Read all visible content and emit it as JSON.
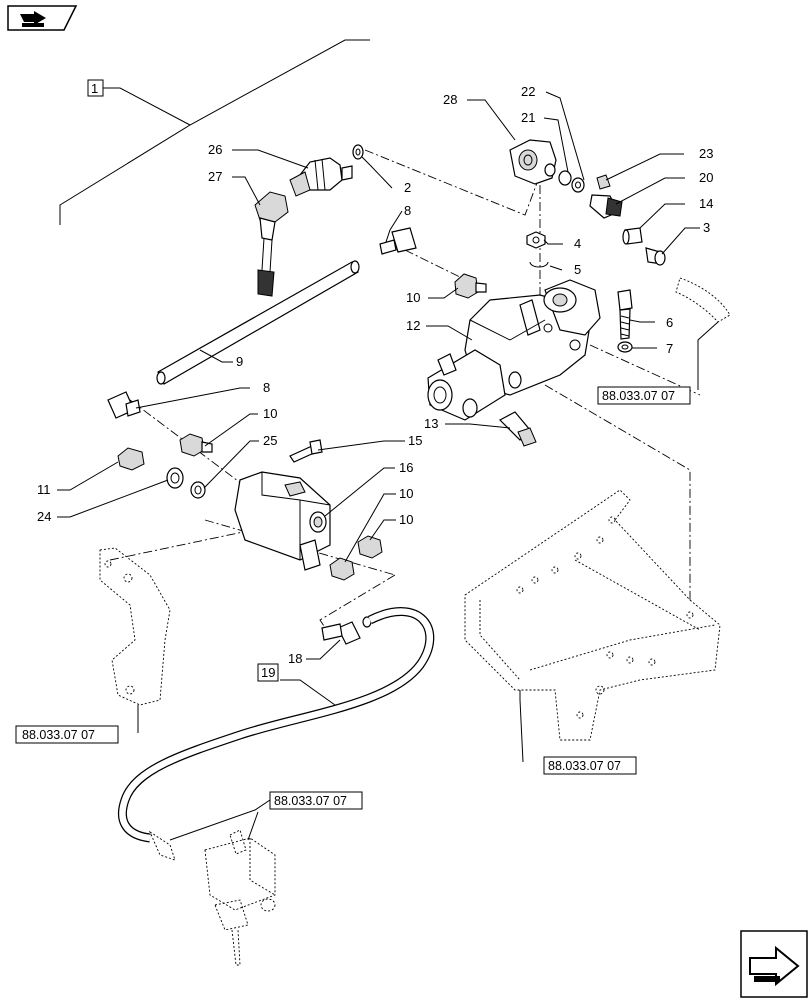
{
  "callouts": {
    "c1": "1",
    "c2": "2",
    "c3": "3",
    "c4": "4",
    "c5": "5",
    "c6": "6",
    "c7": "7",
    "c8a": "8",
    "c8b": "8",
    "c9": "9",
    "c10a": "10",
    "c10b": "10",
    "c10c": "10",
    "c10d": "10",
    "c11": "11",
    "c12": "12",
    "c13": "13",
    "c14": "14",
    "c15": "15",
    "c16": "16",
    "c18": "18",
    "c19": "19",
    "c20": "20",
    "c21": "21",
    "c22": "22",
    "c23": "23",
    "c24": "24",
    "c25": "25",
    "c26": "26",
    "c27": "27",
    "c28": "28"
  },
  "references": {
    "ref_right": "88.033.07 07",
    "ref_left": "88.033.07 07",
    "ref_bracket": "88.033.07 07",
    "ref_bottom": "88.033.07 07"
  },
  "icons": {
    "top_nav": "previous-page-arrow-icon",
    "bottom_nav": "next-page-arrow-icon"
  }
}
